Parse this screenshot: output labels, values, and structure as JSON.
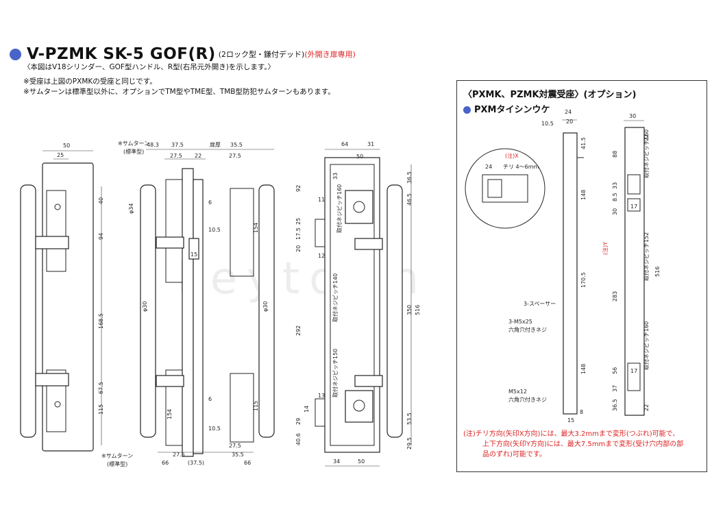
{
  "header": {
    "title": "V-PZMK SK-5 GOF(R)",
    "subtitle": "(2ロック型・鎌付デッド)",
    "subtitle_red": "(外開き扉専用)",
    "line1": "〈本図はV18シリンダー、GOF型ハンドル、R型(右吊元外開き)を示します。〉",
    "line2": "※受座は上図のPXMKの受座と同じです。",
    "line3": "※サムターンは標準型以外に、オプションでTM型やTME型、TMB型防犯サムターンもあります。"
  },
  "watermark": "keytown",
  "option_box": {
    "title": "〈PXMK、PZMK対震受座〉(オプション)",
    "subtitle": "PXMタイシンウケ",
    "note_x": "(注)X",
    "chiri": "チリ 4〜6mm",
    "note_y": "(注)Y",
    "spacer": "3-スペーサー",
    "screw1": "3-M5x25",
    "screw1b": "六角穴付きネジ",
    "screw2": "M5x12",
    "screw2b": "六角穴付きネジ",
    "note_l1": "(注)チリ方向(矢印X方向)には、最大3.2mmまで変形(つぶれ)可能で、",
    "note_l2": "上下方向(矢印Y方向)には、最大7.5mmまで変形(受け穴内部の部",
    "note_l3": "品のずれ)可能です。"
  },
  "labels": {
    "thumbturn": "※サムターン",
    "thumbturn_std": "(標準型)",
    "door_thickness": "扉厚",
    "pitch160": "取付ネジピッチ160",
    "pitch140": "取付ネジピッチ140",
    "pitch150": "取付ネジピッチ150",
    "pitch152": "取付ネジピッチ152",
    "phi34": "φ34",
    "phi30a": "φ30",
    "phi30b": "φ30"
  },
  "dims": {
    "d50a": "50",
    "d25": "25",
    "d40": "40",
    "d94": "94",
    "d1685": "168.5",
    "d675": "67.5",
    "d115a": "115",
    "d483": "48.3",
    "d375": "37.5",
    "d355": "35.5",
    "d275a": "27.5",
    "d22a": "22",
    "d275b": "27.5",
    "d6a": "6",
    "d105a": "10.5",
    "d15": "15",
    "d6b": "6",
    "d105b": "10.5",
    "d154a": "154",
    "d154b": "154",
    "d115b": "115",
    "d275c": "27.5",
    "d275d": "27.5",
    "d355b": "35.5",
    "d66a": "66",
    "d375b": "(37.5)",
    "d66b": "66",
    "d64": "64",
    "d31": "31",
    "d50b": "50",
    "d33a": "33",
    "d92": "92",
    "d25b": "25",
    "d175": "17.5",
    "d20": "20",
    "d11": "11",
    "d12": "12",
    "d292": "292",
    "d13": "13",
    "d14": "14",
    "d29": "29",
    "d406": "40.6",
    "d365a": "36.5",
    "d465": "46.5",
    "d350": "350",
    "d516a": "516",
    "d535": "53.5",
    "d295": "29.5",
    "d34": "34",
    "d50c": "50",
    "o24a": "24",
    "o20": "20",
    "o105": "10.5",
    "o415": "41.5",
    "o148a": "148",
    "o1705": "170.5",
    "o148b": "148",
    "o24b": "24",
    "o30": "30",
    "o22a": "22",
    "o88": "88",
    "o33": "33",
    "o85": "8.5",
    "o30b": "30",
    "o17a": "17",
    "o516": "516",
    "o283": "283",
    "o17b": "17",
    "o56": "56",
    "o37": "37",
    "o22b": "22",
    "o365": "36.5",
    "o8": "8",
    "o15": "15"
  }
}
